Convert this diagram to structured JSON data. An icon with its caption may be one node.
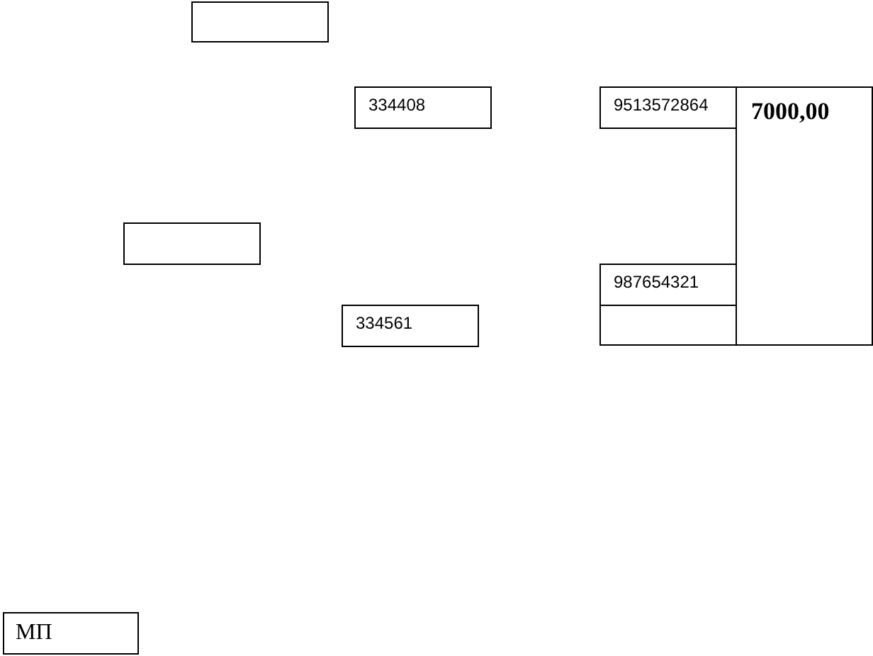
{
  "diagram": {
    "nodes": [
      {
        "text": [],
        "shape": "box"
      },
      {
        "text": [
          "334408"
        ]
      },
      {
        "text": [
          "9513572864"
        ]
      },
      {
        "text": [
          "7000,00"
        ]
      },
      {
        "text": [],
        "shape": "box"
      },
      {
        "text": [
          "987654321"
        ]
      },
      {
        "text": [
          "334561"
        ]
      },
      {
        "text": [],
        "shape": "box"
      },
      {
        "text": [
          "МП"
        ]
      }
    ]
  }
}
